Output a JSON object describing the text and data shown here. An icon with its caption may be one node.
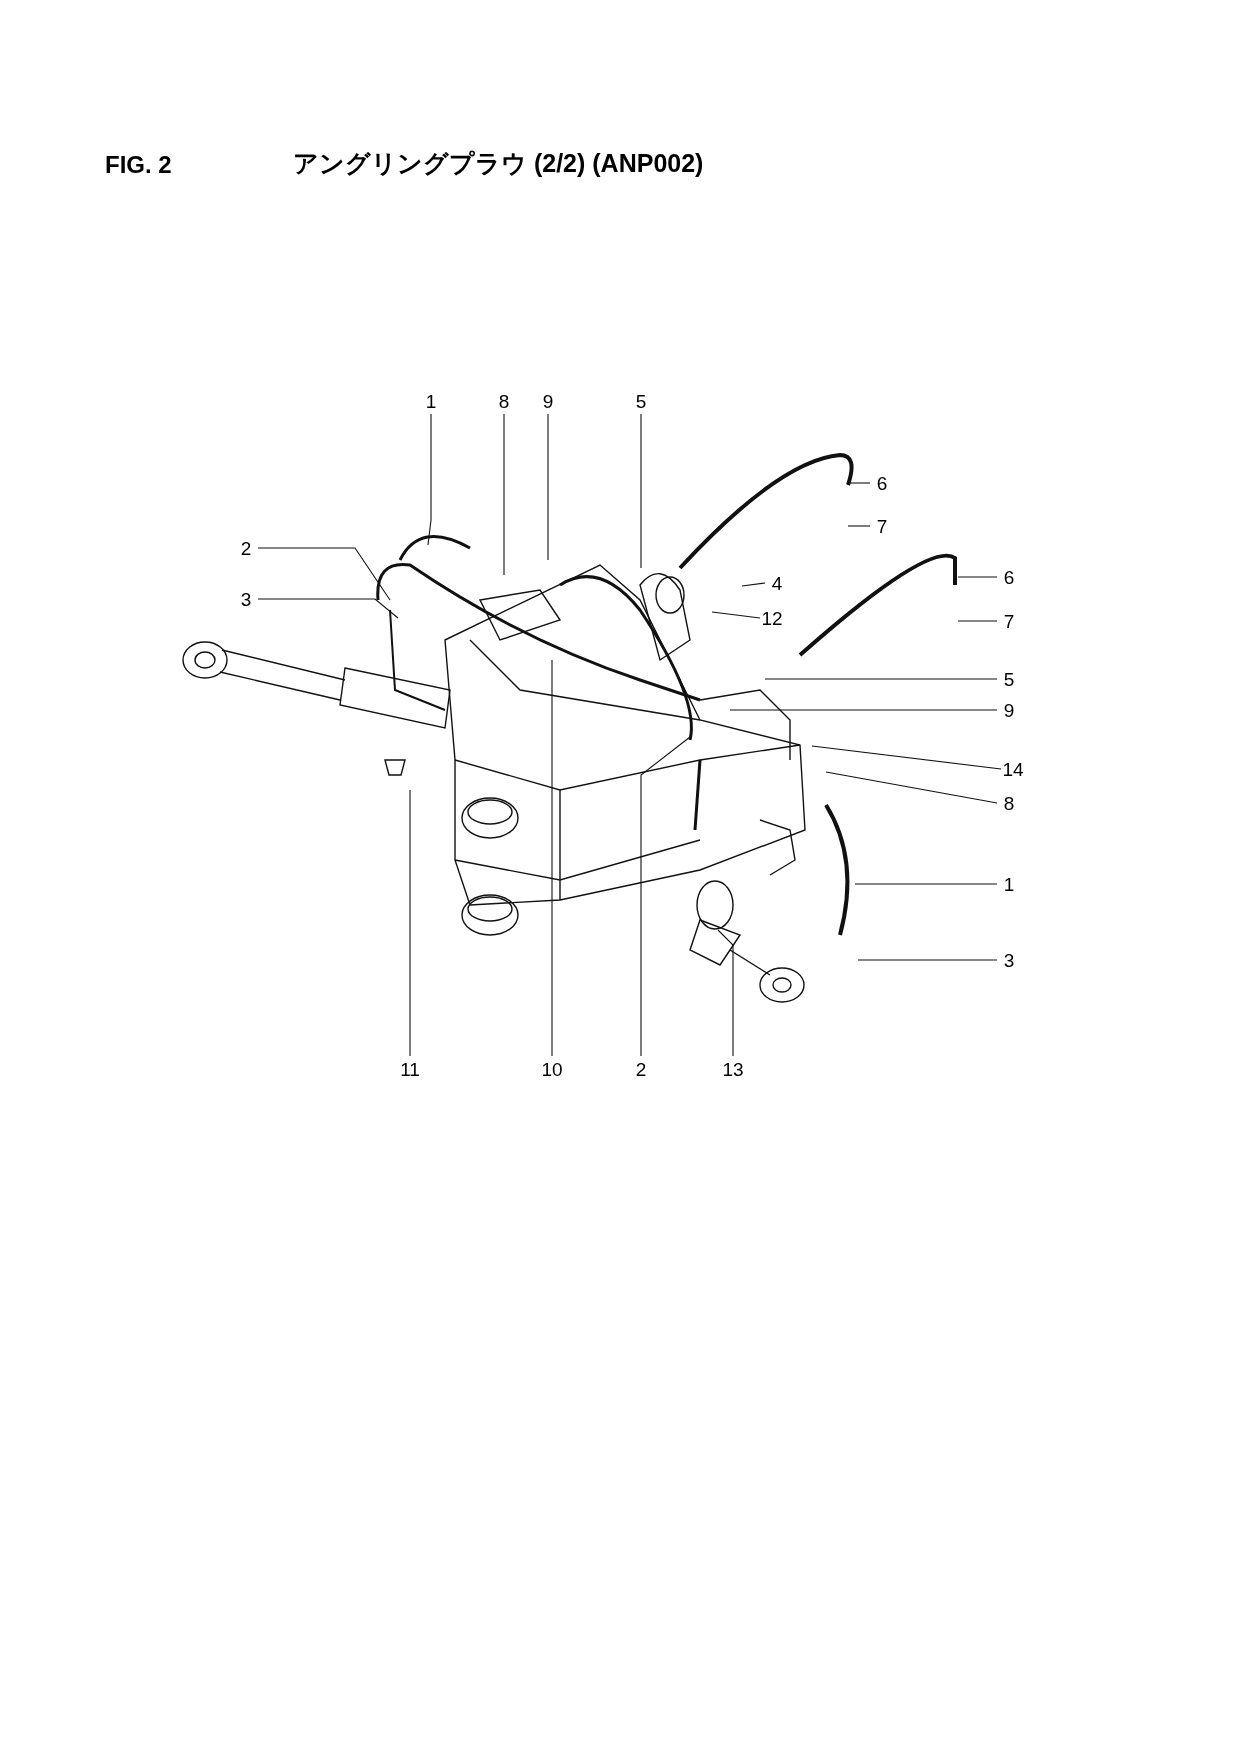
{
  "diagram": {
    "title": "アングリングプラウ (2/2) (ANP002)",
    "nodes": [
      {
        "text": [
          "1"
        ]
      },
      {
        "text": [
          "8"
        ]
      },
      {
        "text": [
          "9"
        ]
      },
      {
        "text": [
          "5"
        ]
      },
      {
        "text": [
          "6"
        ]
      },
      {
        "text": [
          "7"
        ]
      },
      {
        "text": [
          "4"
        ]
      },
      {
        "text": [
          "12"
        ]
      },
      {
        "text": [
          "6"
        ]
      },
      {
        "text": [
          "7"
        ]
      },
      {
        "text": [
          "5"
        ]
      },
      {
        "text": [
          "9"
        ]
      },
      {
        "text": [
          "14"
        ]
      },
      {
        "text": [
          "8"
        ]
      },
      {
        "text": [
          "1"
        ]
      },
      {
        "text": [
          "3"
        ]
      },
      {
        "text": [
          "2"
        ]
      },
      {
        "text": [
          "3"
        ]
      },
      {
        "text": [
          "11"
        ]
      },
      {
        "text": [
          "10"
        ]
      },
      {
        "text": [
          "2"
        ]
      },
      {
        "text": [
          "13"
        ]
      }
    ],
    "edges": [
      {
        "from": 0,
        "to": null,
        "arrow": "none"
      },
      {
        "from": 1,
        "to": null,
        "arrow": "none"
      },
      {
        "from": 2,
        "to": null,
        "arrow": "none"
      },
      {
        "from": 3,
        "to": null,
        "arrow": "none"
      },
      {
        "from": 4,
        "to": null,
        "arrow": "none"
      },
      {
        "from": 5,
        "to": null,
        "arrow": "none"
      },
      {
        "from": 6,
        "to": null,
        "arrow": "none"
      },
      {
        "from": 7,
        "to": null,
        "arrow": "none"
      },
      {
        "from": 8,
        "to": null,
        "arrow": "none"
      },
      {
        "from": 9,
        "to": null,
        "arrow": "none"
      },
      {
        "from": 10,
        "to": null,
        "arrow": "none"
      },
      {
        "from": 11,
        "to": null,
        "arrow": "none"
      },
      {
        "from": 12,
        "to": null,
        "arrow": "none"
      },
      {
        "from": 13,
        "to": null,
        "arrow": "none"
      },
      {
        "from": 14,
        "to": null,
        "arrow": "none"
      },
      {
        "from": 15,
        "to": null,
        "arrow": "none"
      },
      {
        "from": 16,
        "to": null,
        "arrow": "none"
      },
      {
        "from": 17,
        "to": null,
        "arrow": "none"
      },
      {
        "from": 18,
        "to": null,
        "arrow": "none"
      },
      {
        "from": 19,
        "to": null,
        "arrow": "none"
      },
      {
        "from": 20,
        "to": null,
        "arrow": "none"
      },
      {
        "from": 21,
        "to": null,
        "arrow": "none"
      }
    ],
    "labels": [
      "FIG. 2"
    ]
  }
}
